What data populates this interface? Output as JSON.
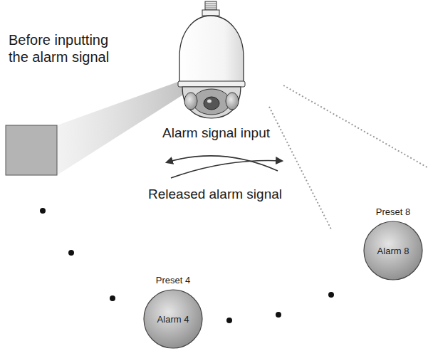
{
  "diagram": {
    "nodes": [
      {
        "text": [
          "Preset 4",
          "Alarm 4"
        ]
      },
      {
        "text": [
          "Preset 8",
          "Alarm 8"
        ]
      }
    ],
    "labels": [
      "Before inputting the alarm signal",
      "Alarm signal input",
      "Released alarm signal"
    ]
  }
}
